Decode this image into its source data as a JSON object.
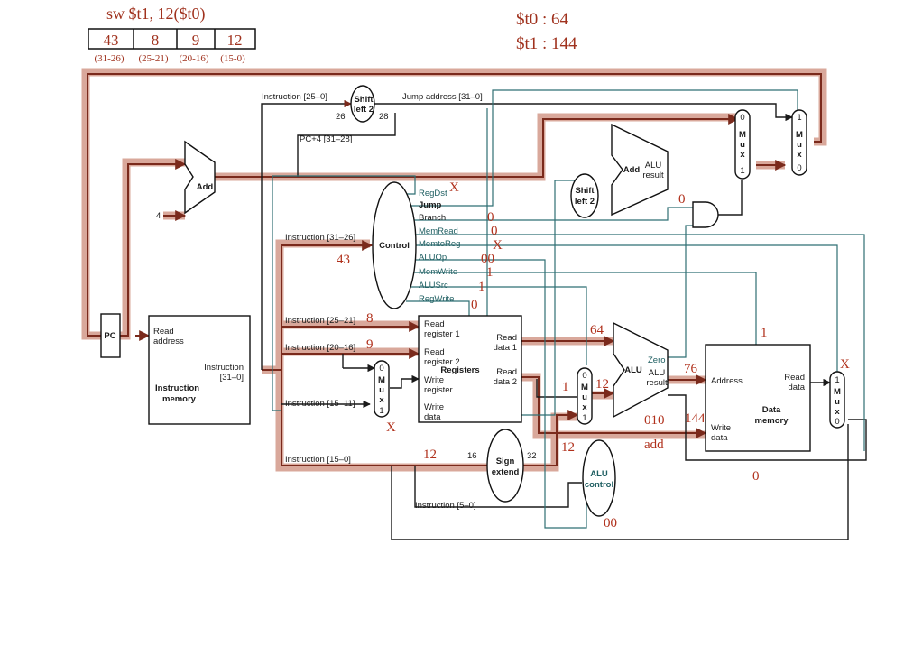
{
  "header": {
    "instruction": "sw $t1, 12($t0)",
    "fields": [
      "43",
      "8",
      "9",
      "12"
    ],
    "field_bits": [
      "(31-26)",
      "(25-21)",
      "(20-16)",
      "(15-0)"
    ],
    "reg_t0": "$t0 : 64",
    "reg_t1": "$t1 : 144"
  },
  "blocks": {
    "pc": "PC",
    "add_pc": "Add",
    "add_branch": "Add",
    "add_branch_result": [
      "ALU",
      "result"
    ],
    "four": "4",
    "shift_left_top": [
      "Shift",
      "left 2"
    ],
    "shift_left_mid": [
      "Shift",
      "left 2"
    ],
    "control": "Control",
    "imem_read": [
      "Read",
      "address"
    ],
    "imem_instr": [
      "Instruction",
      "[31–0]"
    ],
    "imem_name": [
      "Instruction",
      "memory"
    ],
    "reg_read1": [
      "Read",
      "register 1"
    ],
    "reg_read2": [
      "Read",
      "register 2"
    ],
    "reg_write": [
      "Write",
      "register"
    ],
    "reg_wdata": [
      "Write",
      "data"
    ],
    "reg_name": "Registers",
    "reg_rdata1": [
      "Read",
      "data 1"
    ],
    "reg_rdata2": [
      "Read",
      "data 2"
    ],
    "alu": "ALU",
    "alu_zero": "Zero",
    "alu_result": [
      "ALU",
      "result"
    ],
    "dmem_address": "Address",
    "dmem_wdata": [
      "Write",
      "data"
    ],
    "dmem_rdata": [
      "Read",
      "data"
    ],
    "dmem_name": [
      "Data",
      "memory"
    ],
    "sign_extend": [
      "Sign",
      "extend"
    ],
    "alu_control": [
      "ALU",
      "control"
    ],
    "mux_letters": [
      "M",
      "u",
      "x"
    ]
  },
  "wires": {
    "instr_25_0": "Instruction [25–0]",
    "jump_addr": "Jump address [31–0]",
    "pc4": "PC+4 [31–28]",
    "instr_31_26": "Instruction [31–26]",
    "instr_25_21": "Instruction [25–21]",
    "instr_20_16": "Instruction [20–16]",
    "instr_15_11": "Instruction [15–11]",
    "instr_15_0": "Instruction [15–0]",
    "instr_5_0": "Instruction [5–0]",
    "w26": "26",
    "w28": "28",
    "w16": "16",
    "w32": "32"
  },
  "control_signals": [
    {
      "name": "RegDst",
      "value": "X"
    },
    {
      "name": "Jump",
      "value": ""
    },
    {
      "name": "Branch",
      "value": "0"
    },
    {
      "name": "MemRead",
      "value": "0"
    },
    {
      "name": "MemtoReg",
      "value": "X"
    },
    {
      "name": "ALUOp",
      "value": "00"
    },
    {
      "name": "MemWrite",
      "value": "1"
    },
    {
      "name": "ALUSrc",
      "value": "1"
    },
    {
      "name": "RegWrite",
      "value": "0"
    }
  ],
  "annotations": {
    "opcode": "43",
    "rs": "8",
    "rt": "9",
    "regdst_mux": "X",
    "imm": "12",
    "sign_ext_out": "12",
    "alusrc_mux_in": "1",
    "alusrc_mux_out": "12",
    "read_data1": "64",
    "alu_result": "76",
    "write_data": "144",
    "alu_ctl": "010",
    "alu_op_name": "add",
    "alu_ctl_in": "00",
    "and_out": "0",
    "memread": "1",
    "memtoreg": "X",
    "memread_bottom": "0"
  },
  "colors": {
    "highlight": "#d9a89b",
    "active_wire": "#7a2a1c",
    "control_wire": "#2f6f73",
    "text_red": "#b0301b"
  }
}
